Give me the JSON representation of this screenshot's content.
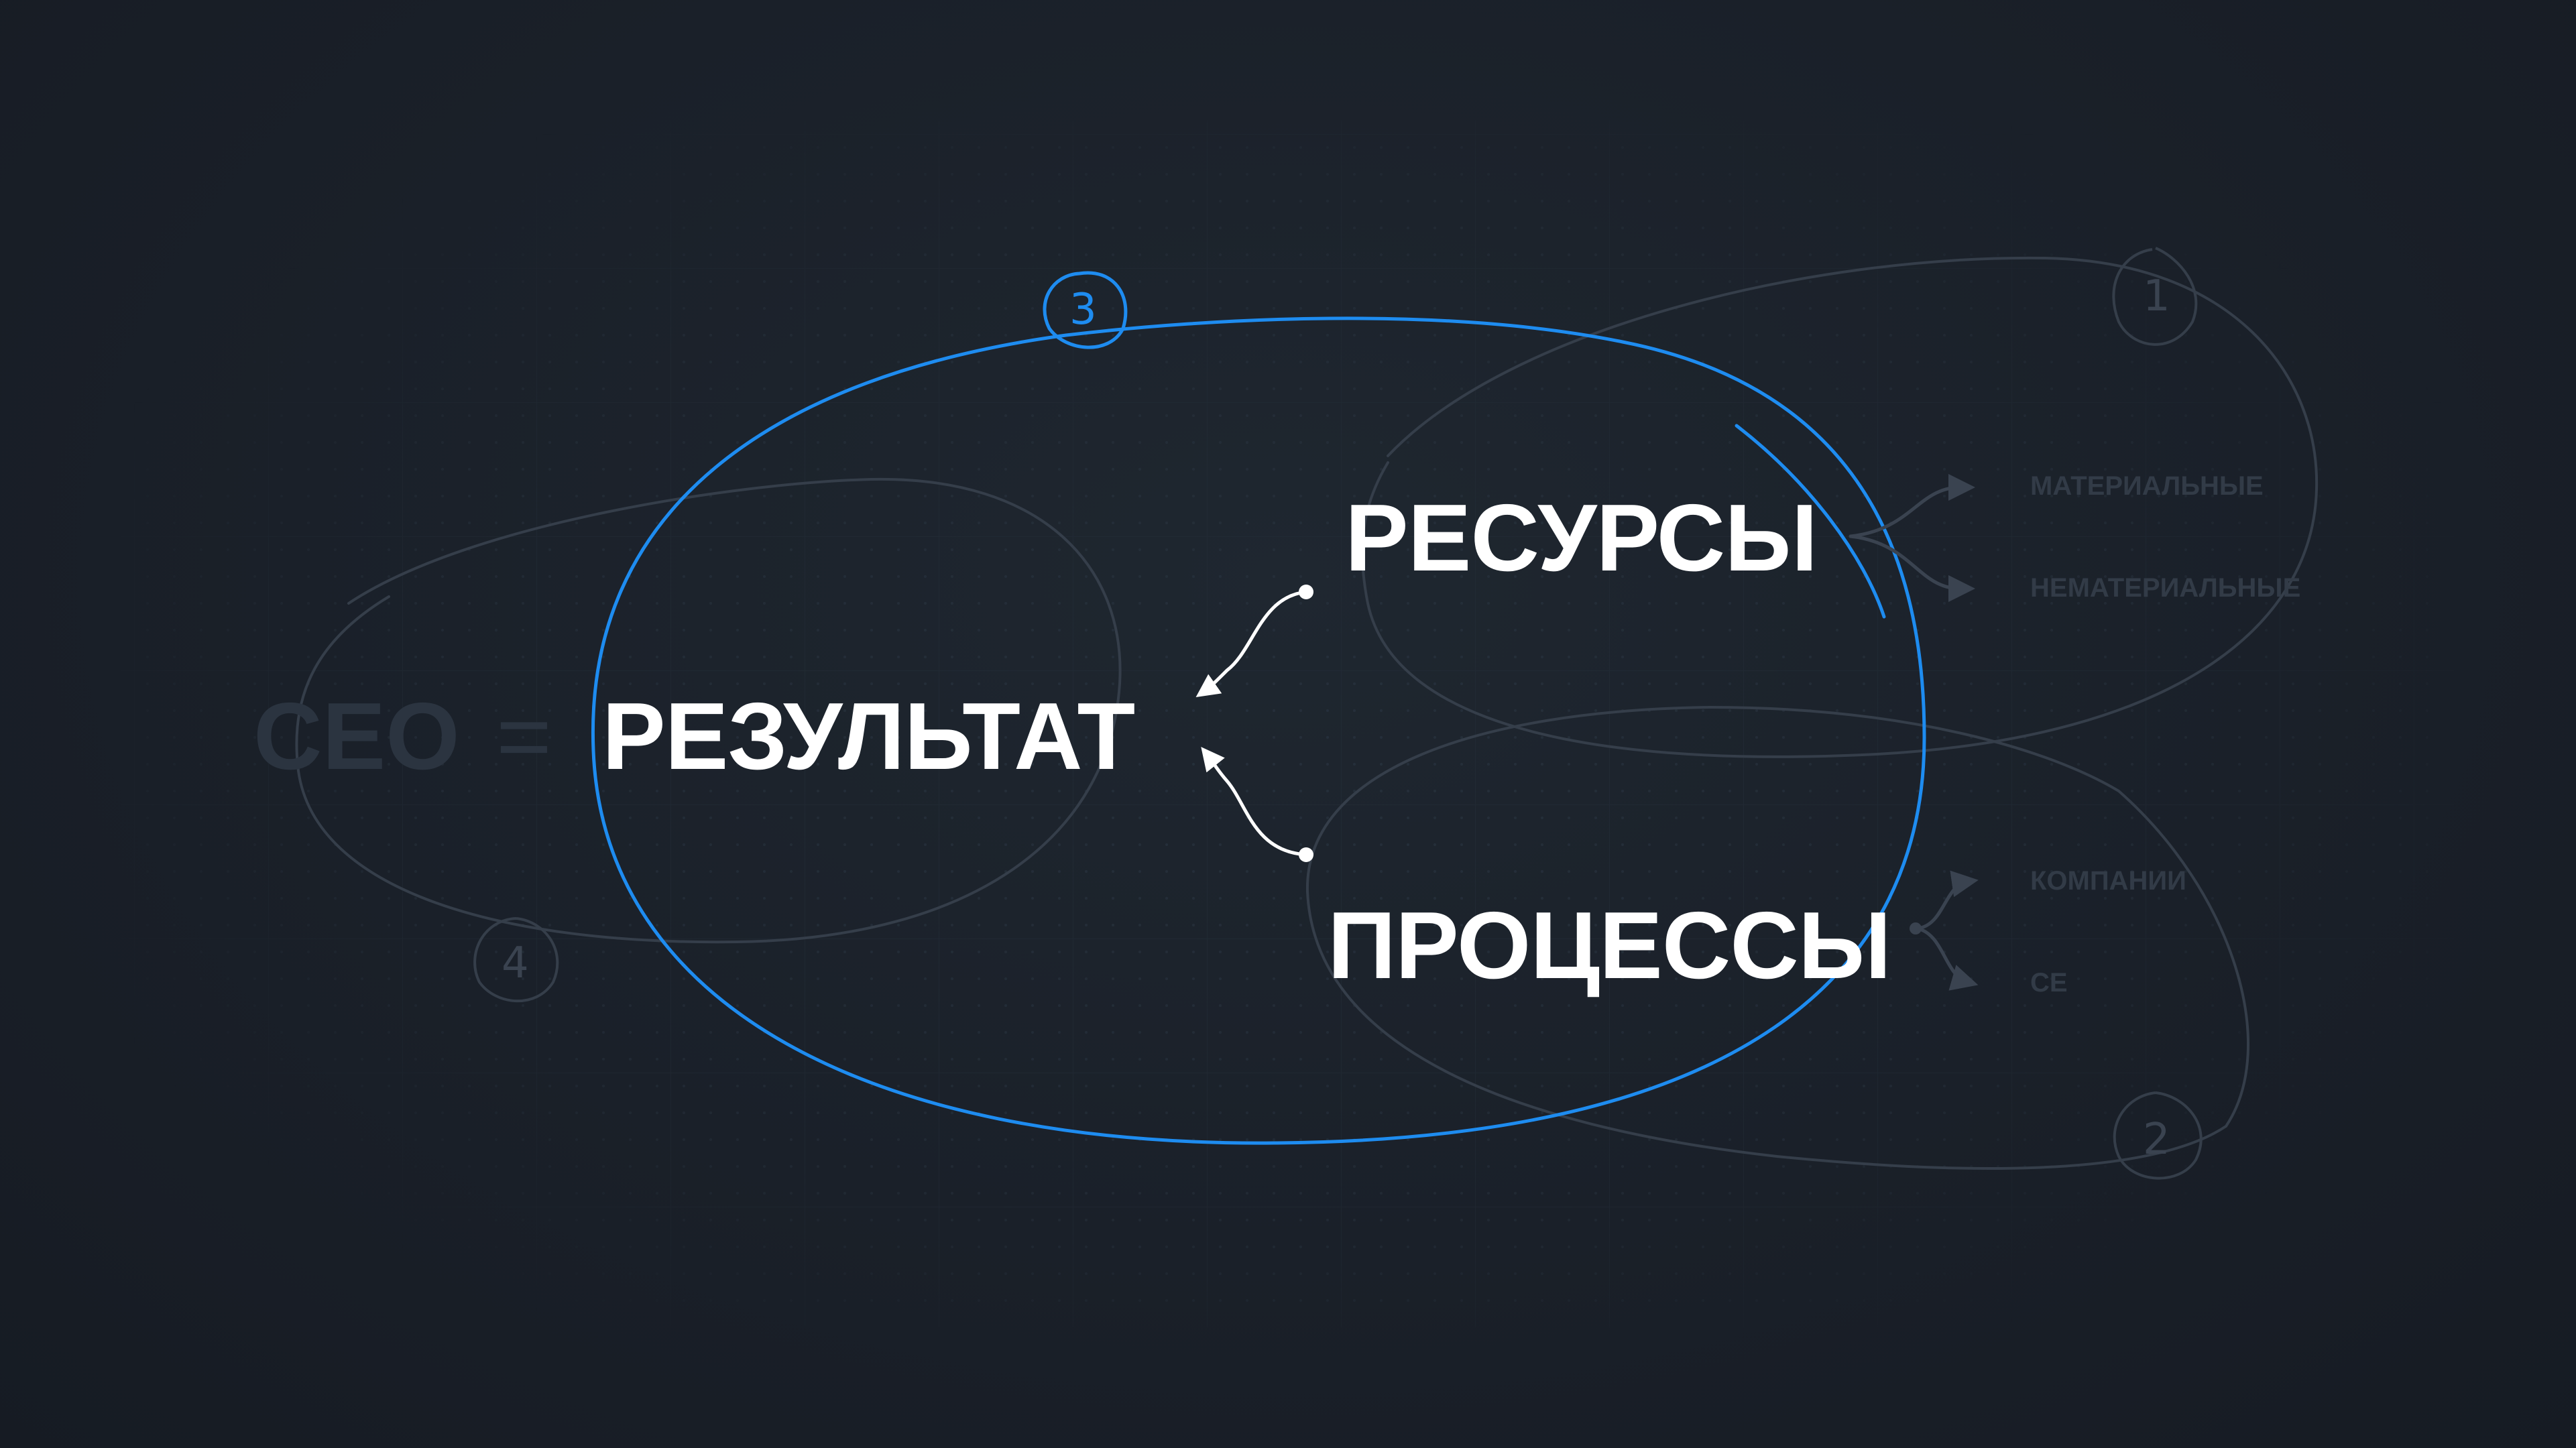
{
  "formula": {
    "left": "CEO",
    "equals": "=",
    "result": "РЕЗУЛЬТАТ"
  },
  "nodes": {
    "resources": "РЕСУРСЫ",
    "processes": "ПРОЦЕССЫ"
  },
  "resources_branches": [
    "МАТЕРИАЛЬНЫЕ",
    "НЕМАТЕРИАЛЬНЫЕ"
  ],
  "processes_branches": [
    "КОМПАНИИ",
    "CE"
  ],
  "circle_numbers": [
    "1",
    "2",
    "3",
    "4"
  ],
  "colors": {
    "background": "#1a2029",
    "accent": "#1e8cf0",
    "primary_text": "#ffffff",
    "muted_text": "#2b3440",
    "muted_stroke": "#3a4350"
  }
}
